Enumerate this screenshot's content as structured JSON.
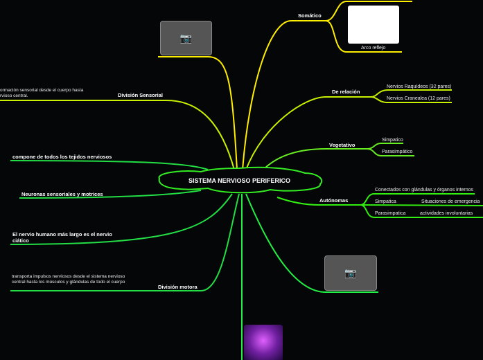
{
  "center": "SISTEMA NERVIOSO PERIFERICO",
  "somatico": {
    "label": "Somático",
    "image_caption": "Arco reflejo"
  },
  "de_relacion": {
    "label": "De relación",
    "children": [
      "Nervios Raquídeos (32 pares)",
      "Nervios Cranealea (12 pares)"
    ]
  },
  "vegetativo": {
    "label": "Vegetativo",
    "children": [
      "Simpatico",
      "Parasimpático"
    ]
  },
  "autonomas": {
    "label": "Autónomas",
    "c1": "Conectados con glándulas y órganos internos",
    "c2": "Simpatica",
    "c2b": "Situaciones de emergencia",
    "c3": "Parasimpatica",
    "c3b": "actividades involuntarias"
  },
  "sensorial": {
    "label": "División Sensorial",
    "desc": "ormación sensorial desde el cuerpo hasta rvioso central."
  },
  "tejidos": "compone de todos los tejidos nerviosos",
  "neuronas": "Neuronas sensoriales y motrices",
  "ciatico": "El nervio humano más largo es el nervio ciático",
  "motora": {
    "label": "División motora",
    "desc": "transporta impulsos nerviosos desde el sistema nervioso central hasta los músculos y glándulas de todo el cuerpo"
  },
  "colors": {
    "yellow": "#ffee00",
    "lime": "#c8f000",
    "green": "#55ee22",
    "green2": "#22dd44"
  }
}
